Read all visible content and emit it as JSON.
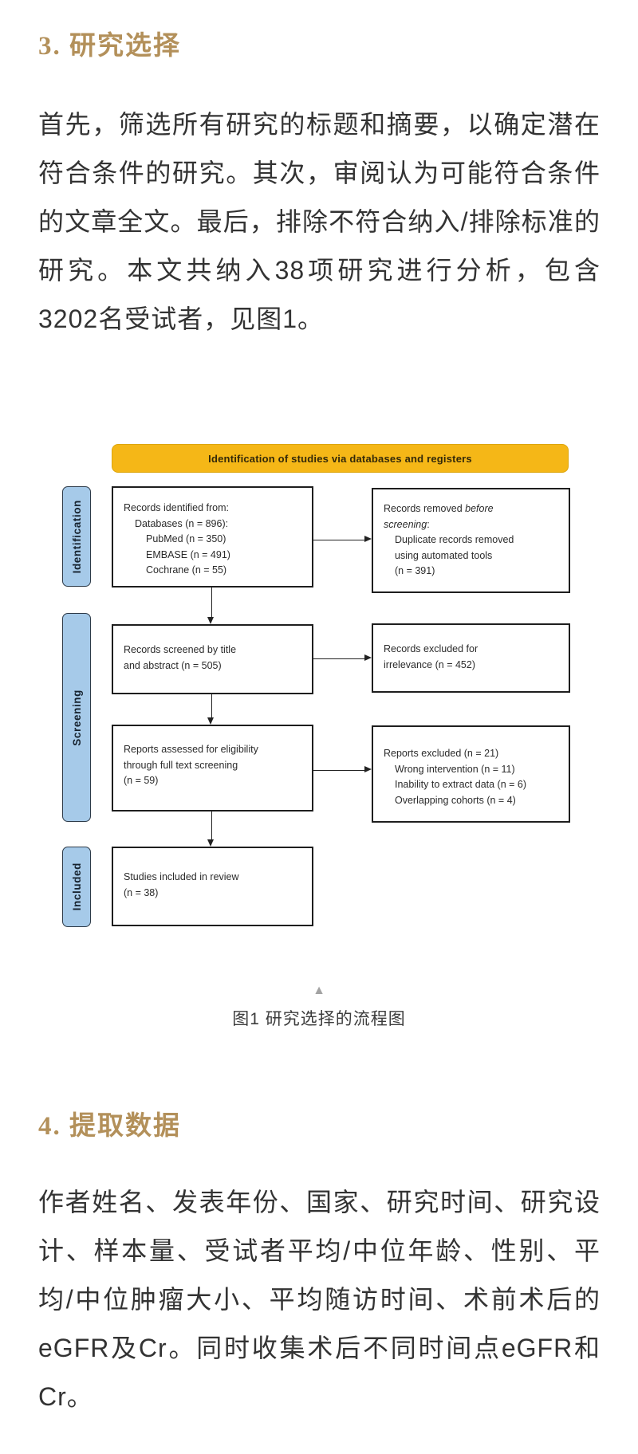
{
  "section3": {
    "heading": "3. 研究选择",
    "body": "首先，筛选所有研究的标题和摘要，以确定潜在符合条件的研究。其次，审阅认为可能符合条件的文章全文。最后，排除不符合纳入/排除标准的研究。本文共纳入38项研究进行分析，包含3202名受试者，见图1。"
  },
  "figure": {
    "banner": "Identification of studies via databases and registers",
    "stage_identification": "Identification",
    "stage_screening": "Screening",
    "stage_included": "Included",
    "records_identified": {
      "l1": "Records identified from:",
      "l2": "Databases (n = 896):",
      "l3": "PubMed (n = 350)",
      "l4": "EMBASE (n = 491)",
      "l5": "Cochrane (n = 55)"
    },
    "records_removed": {
      "l1a": "Records removed ",
      "l1b": "before",
      "l2a": "screening",
      "l2b": ":",
      "l3": "Duplicate records removed",
      "l4": "using automated tools",
      "l5": "(n = 391)"
    },
    "records_screened": {
      "l1": "Records screened by title",
      "l2": "and abstract (n = 505)"
    },
    "records_excluded": {
      "l1": "Records excluded for",
      "l2": "irrelevance (n = 452)"
    },
    "reports_assessed": {
      "l1": "Reports assessed for eligibility",
      "l2": "through full text screening",
      "l3": "(n = 59)"
    },
    "reports_excluded": {
      "l1": "Reports excluded (n = 21)",
      "l2": "Wrong intervention (n = 11)",
      "l3": "Inability to extract data (n = 6)",
      "l4": "Overlapping cohorts (n = 4)"
    },
    "studies_included": {
      "l1": "Studies included in review",
      "l2": "(n = 38)"
    },
    "collapse_icon": "▲",
    "caption": "图1 研究选择的流程图"
  },
  "section4": {
    "heading": "4. 提取数据",
    "body": "作者姓名、发表年份、国家、研究时间、研究设计、样本量、受试者平均/中位年龄、性别、平均/中位肿瘤大小、平均随访时间、术前术后的eGFR及Cr。同时收集术后不同时间点eGFR和Cr。"
  },
  "colors": {
    "heading_gold": "#b3905a",
    "banner_yellow": "#f5b717",
    "stage_blue": "#a6cae9",
    "box_border": "#1e1e1e",
    "body_text": "#333333"
  }
}
